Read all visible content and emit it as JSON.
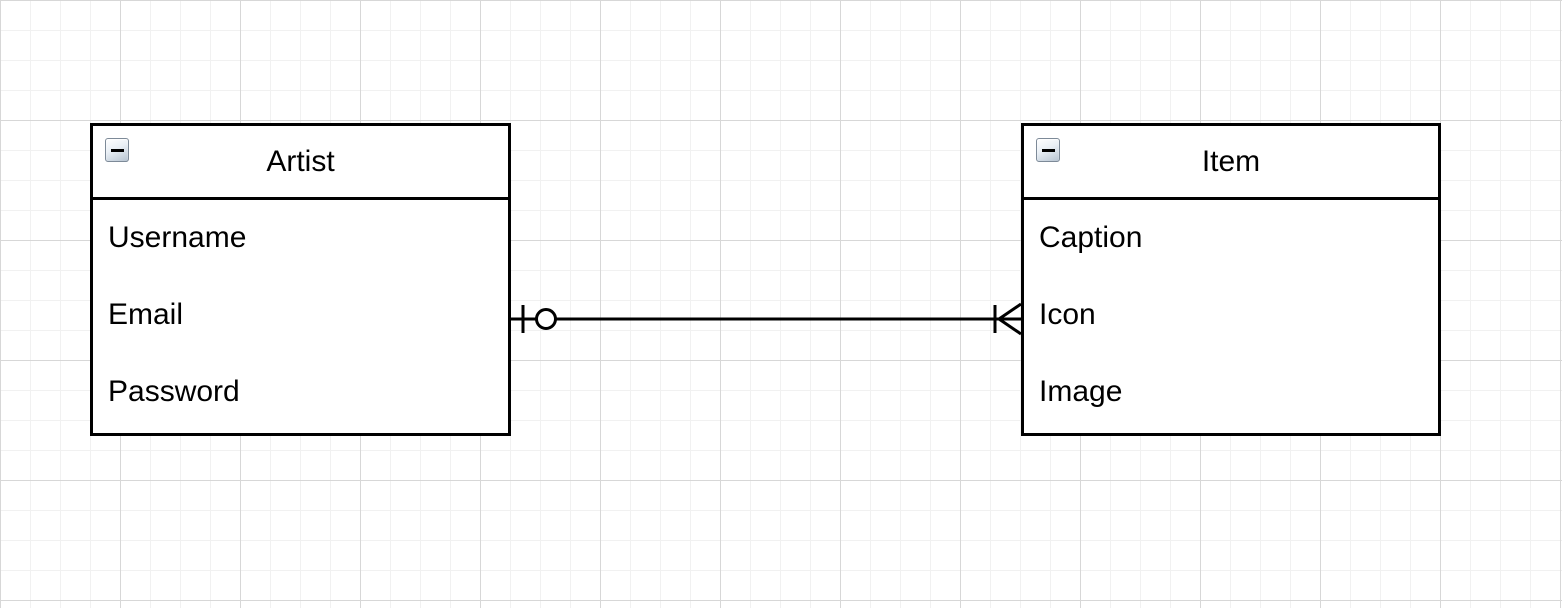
{
  "diagram": {
    "type": "entity-relationship",
    "entities": [
      {
        "name": "Artist",
        "attributes": [
          "Username",
          "Email",
          "Password"
        ],
        "collapse_icon": "minus-icon"
      },
      {
        "name": "Item",
        "attributes": [
          "Caption",
          "Icon",
          "Image"
        ],
        "collapse_icon": "minus-icon"
      }
    ],
    "relationship": {
      "from": "Artist",
      "to": "Item",
      "from_end_symbol": "one-tick-and-circle (zero or one)",
      "to_end_symbol": "tick-and-crow-foot (one or many)"
    },
    "colors": {
      "canvas_background": "#ffffff",
      "grid_minor": "#f1f1f1",
      "grid_major": "#d7d7d7",
      "entity_border": "#000000",
      "entity_fill": "#ffffff",
      "text": "#000000",
      "edge": "#000000"
    }
  }
}
